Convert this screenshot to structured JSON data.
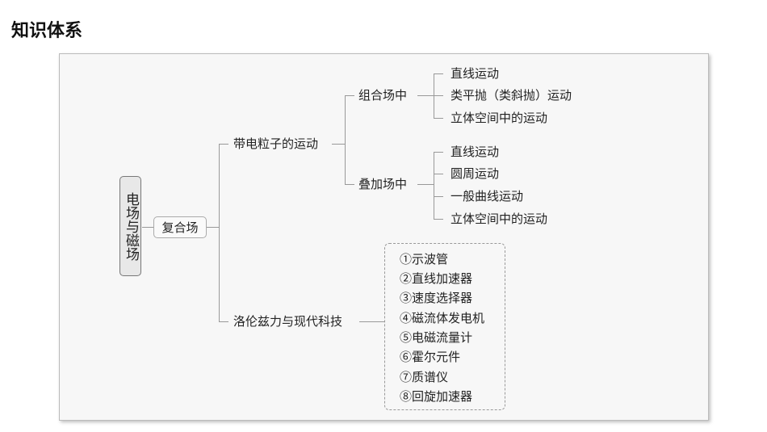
{
  "title": "知识体系",
  "root": "电场与磁场",
  "level1": "复合场",
  "branches": {
    "charged": "带电粒子的运动",
    "combined": "组合场中",
    "combined_items": [
      "直线运动",
      "类平抛（类斜抛）运动",
      "立体空间中的运动"
    ],
    "superposed": "叠加场中",
    "superposed_items": [
      "直线运动",
      "圆周运动",
      "一般曲线运动",
      "立体空间中的运动"
    ],
    "lorentz": "洛伦兹力与现代科技",
    "lorentz_items": [
      "①示波管",
      "②直线加速器",
      "③速度选择器",
      "④磁流体发电机",
      "⑤电磁流量计",
      "⑥霍尔元件",
      "⑦质谱仪",
      "⑧回旋加速器"
    ]
  }
}
